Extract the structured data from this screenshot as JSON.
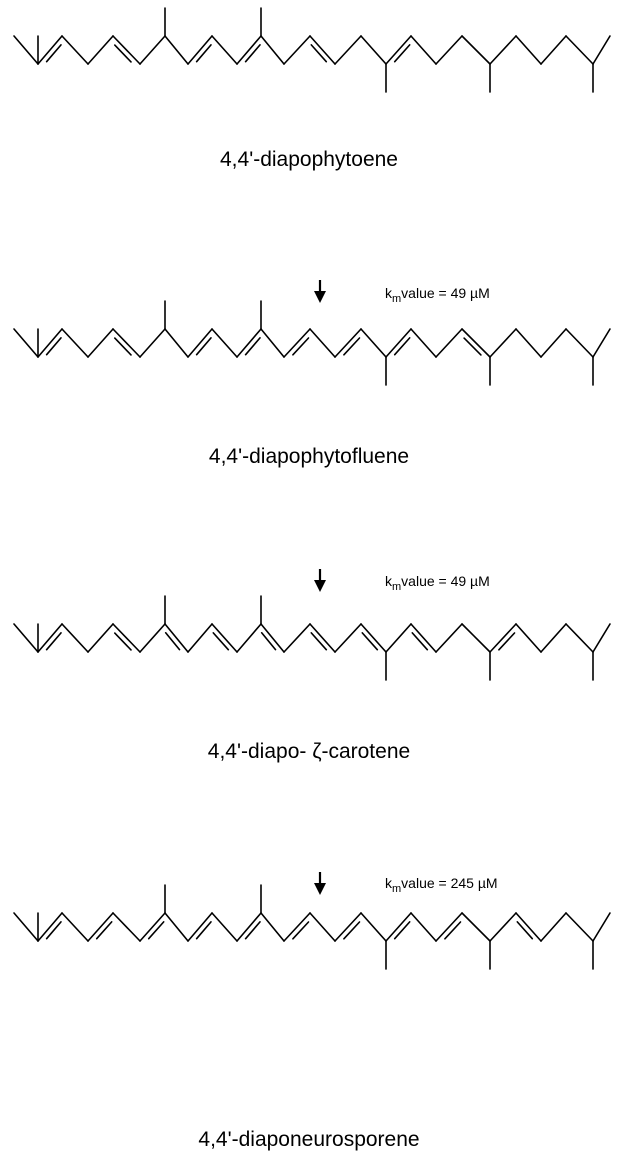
{
  "diagram": {
    "compounds": [
      {
        "name": "4,4'-diapophytoene",
        "double_bonds": [
          1,
          4,
          7,
          9,
          12,
          15
        ]
      },
      {
        "name": "4,4'-diapophytofluene",
        "double_bonds": [
          1,
          4,
          7,
          9,
          11,
          13,
          15,
          18
        ]
      },
      {
        "name": "4,4'-diapo- ζ-carotene",
        "double_bonds": [
          1,
          4,
          6,
          8,
          10,
          12,
          14,
          16,
          19
        ]
      },
      {
        "name": "4,4'-diaponeurosporene",
        "double_bonds": [
          1,
          3,
          5,
          7,
          9,
          11,
          13,
          15,
          17,
          20
        ]
      }
    ],
    "steps": [
      {
        "k_label": "k",
        "k_sub": "m",
        "value_text": "value = 49 µM"
      },
      {
        "k_label": "k",
        "k_sub": "m",
        "value_text": "value = 49 µM"
      },
      {
        "k_label": "k",
        "k_sub": "m",
        "value_text": "value = 245 µM"
      }
    ]
  }
}
